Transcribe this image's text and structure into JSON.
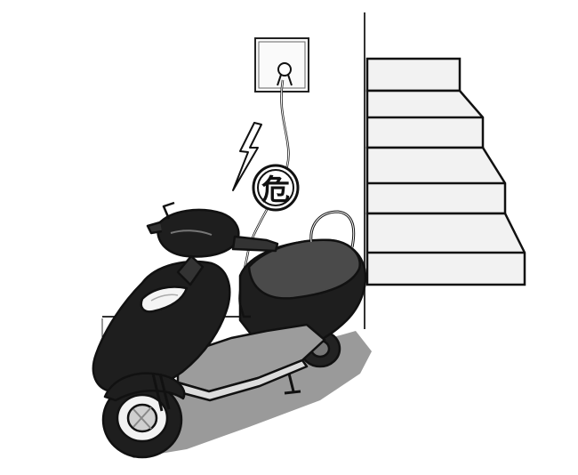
{
  "illustration": {
    "danger_sign": {
      "character": "危"
    },
    "colors": {
      "background": "#ffffff",
      "ink": "#111111",
      "scooter_body": "#1e1e1e",
      "seat": "#4a4a4a",
      "floor_shadow": "#9a9a9a",
      "stair_fill": "#f2f2f2",
      "wall_line": "#333333"
    },
    "icons": [
      "electric-outlet-icon",
      "lightning-bolt-icon",
      "danger-sign-icon",
      "electric-scooter",
      "staircase"
    ]
  }
}
